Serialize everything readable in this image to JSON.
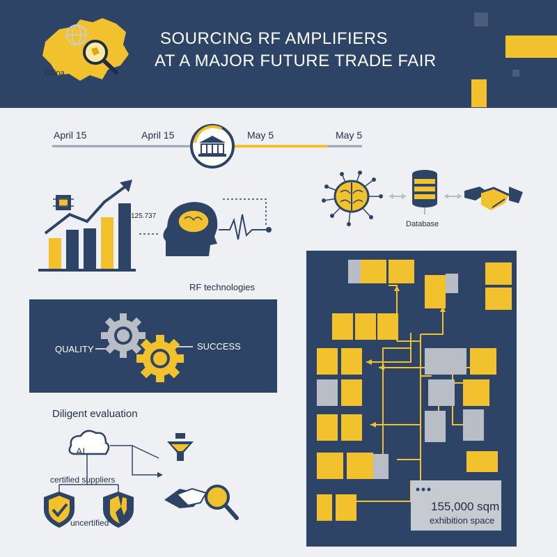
{
  "header": {
    "title_line1": "SOURCING RF AMPLIFIERS",
    "title_line2": "AT A MAJOR FUTURE TRADE FAIR",
    "map_label": "China"
  },
  "timeline": {
    "dates": [
      "April 15",
      "April 15",
      "May 5",
      "May 5"
    ]
  },
  "growth": {
    "readout": "125.737",
    "caption": "RF technologies"
  },
  "network": {
    "database_label": "Database"
  },
  "gears": {
    "left_label": "QUALITY",
    "right_label": "SUCCESS"
  },
  "evaluation": {
    "heading": "Diligent evaluation",
    "ai_label": "AI",
    "certified_label": "certified suppliers",
    "uncertified_label": "uncertified"
  },
  "floorplan": {
    "area_value": "155,000 sqm",
    "area_caption": "exhibition space"
  },
  "colors": {
    "navy": "#2d4466",
    "yellow": "#f2c12e",
    "gray": "#b9bec6",
    "background": "#eef0f3"
  }
}
